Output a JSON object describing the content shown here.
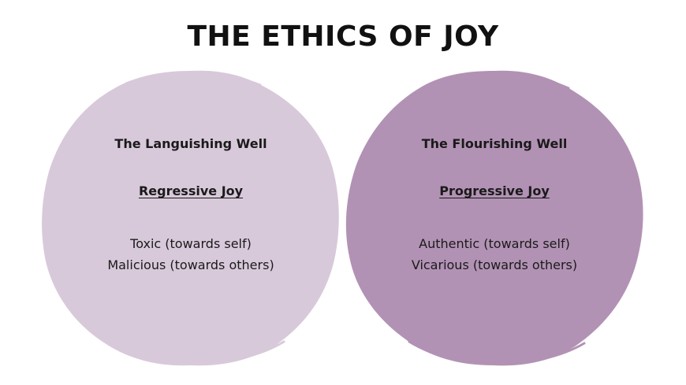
{
  "title": "THE ETHICS OF JOY",
  "colors": {
    "left_circle": "#d8c9da",
    "right_circle": "#b292b4",
    "text": "#1a1a1a"
  },
  "circles": [
    {
      "heading": "The Languishing Well",
      "joy_type": "Regressive Joy",
      "lines": [
        "Toxic (towards self)",
        "Malicious (towards others)"
      ]
    },
    {
      "heading": "The Flourishing Well",
      "joy_type": "Progressive Joy",
      "lines": [
        "Authentic (towards self)",
        "Vicarious (towards others)"
      ]
    }
  ]
}
